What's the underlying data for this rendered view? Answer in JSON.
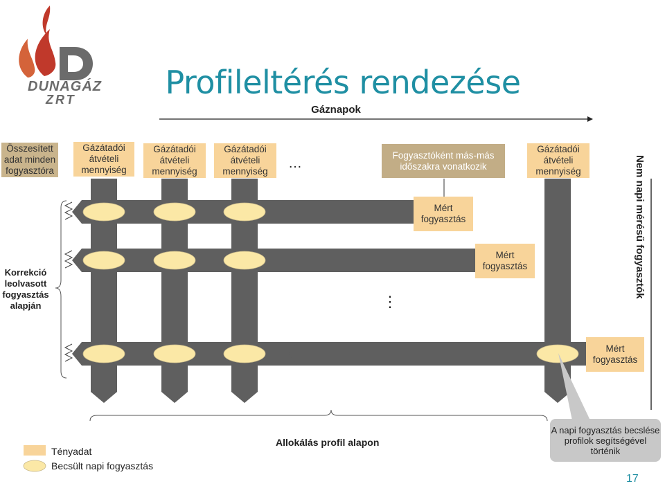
{
  "title": "Profileltérés rendezése",
  "gaznapok": "Gáznapok",
  "logo": {
    "text_top": "DUNAGÁZ",
    "text_bottom": "ZRT",
    "flame_color": "#c0392b",
    "letter_color": "#6b6b6b"
  },
  "headers": {
    "osszesitett": "Összesített adat minden fogyasztóra",
    "gazatadoi": "Gázátadói átvételi mennyiség",
    "fogyasztokent": "Fogyasztóként más-más időszakra vonatkozik"
  },
  "ellipsis_h": "…",
  "ellipsis_v": "⋮",
  "mert_fogyasztas": "Mért fogyasztás",
  "korrekcio": "Korrekció leolvasott fogyasztás alapján",
  "nem_napi": "Nem napi mérésű fogyasztók",
  "allokalas": "Allokálás profil alapon",
  "bubble": "A napi fogyasztás becslése profilok segítségével történik",
  "legend": {
    "tenyadat": "Tényadat",
    "becsult": "Becsült napi fogyasztás"
  },
  "page_number": "17",
  "colors": {
    "accent": "#1f8fa3",
    "tan": "#c9b48c",
    "orange": "#f8d49a",
    "arrow": "#5f5f5f",
    "ellipse": "#fbe8a6"
  }
}
